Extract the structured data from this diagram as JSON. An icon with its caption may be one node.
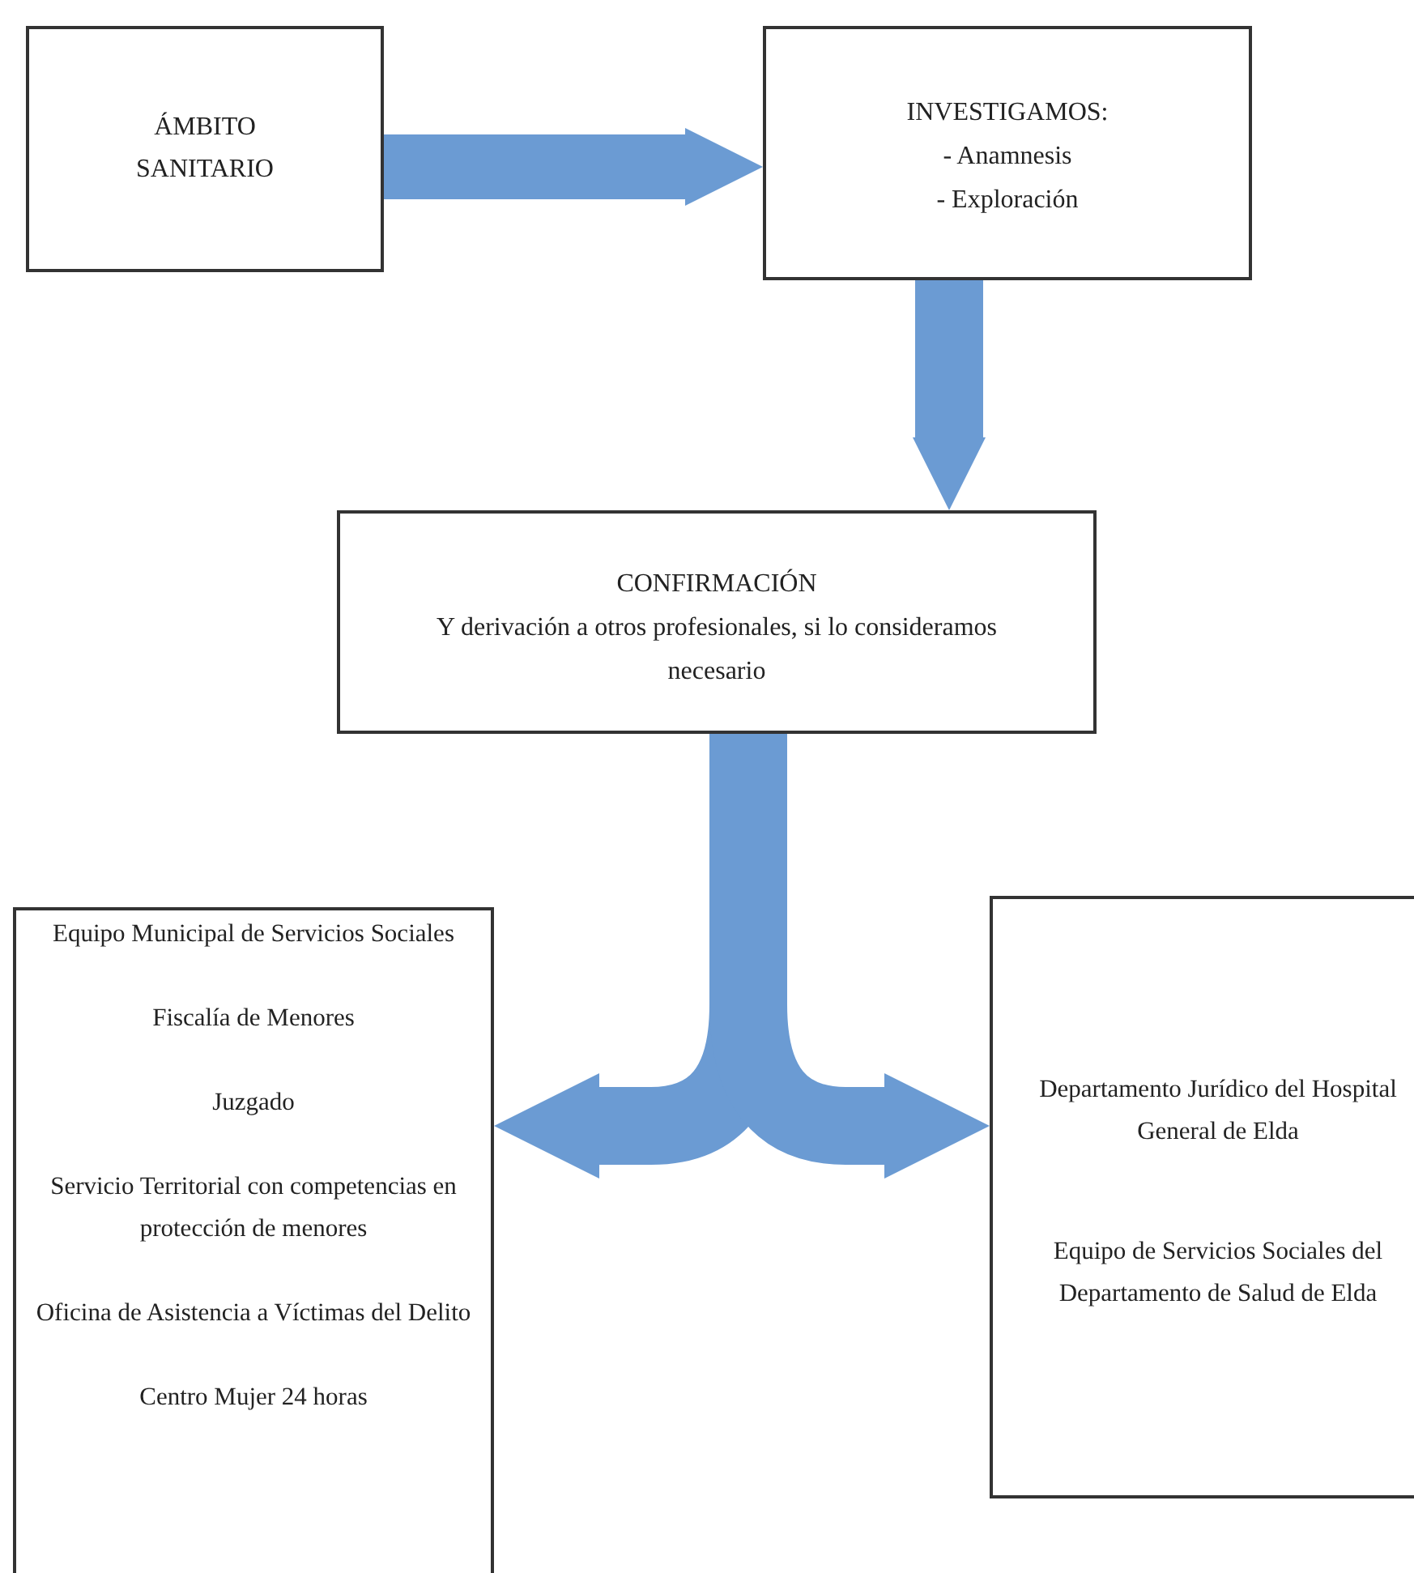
{
  "diagram": {
    "nodes": [
      {
        "text": [
          "ÁMBITO SANITARIO"
        ]
      },
      {
        "text": [
          "INVESTIGAMOS:",
          "- Anamnesis",
          "- Exploración"
        ]
      },
      {
        "text": [
          "CONFIRMACIÓN",
          "Y derivación a otros profesionales, si lo consideramos necesario"
        ]
      },
      {
        "text": [
          "Equipo Municipal de Servicios Sociales",
          "Fiscalía de Menores",
          "Juzgado",
          "Servicio Territorial con competencias en protección de menores",
          "Oficina de Asistencia a Víctimas del Delito",
          "Centro Mujer 24 horas"
        ]
      },
      {
        "text": [
          "Departamento Jurídico del Hospital General de Elda",
          "Equipo de Servicios Sociales del Departamento de Salud de Elda"
        ]
      }
    ],
    "edges": [
      {
        "from": 0,
        "to": 1,
        "arrow": "to"
      },
      {
        "from": 1,
        "to": 2,
        "arrow": "to"
      },
      {
        "from": 2,
        "to": 3,
        "arrow": "to"
      },
      {
        "from": 2,
        "to": 4,
        "arrow": "to"
      }
    ]
  }
}
